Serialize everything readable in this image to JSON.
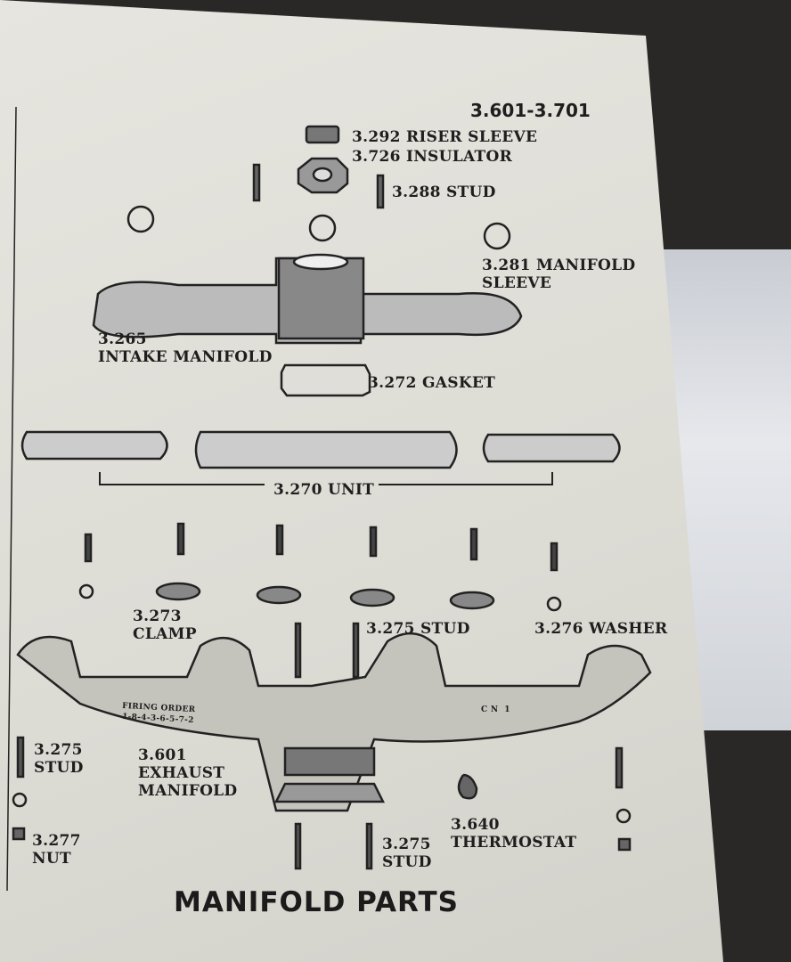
{
  "page_number": "3.601-3.701",
  "title": "MANIFOLD PARTS",
  "callouts": {
    "riser_sleeve": "3.292 RISER SLEEVE",
    "insulator": "3.726 INSULATOR",
    "stud_288": "3.288 STUD",
    "manifold_sleeve": "3.281 MANIFOLD\nSLEEVE",
    "intake_manifold": "3.265\nINTAKE MANIFOLD",
    "gasket": "3.272 GASKET",
    "unit": "3.270 UNIT",
    "clamp": "3.273\nCLAMP",
    "stud_275_mid": "3.275 STUD",
    "washer": "3.276 WASHER",
    "stud_275_left": "3.275\nSTUD",
    "exhaust_manifold": "3.601\nEXHAUST\nMANIFOLD",
    "nut": "3.277\nNUT",
    "thermostat": "3.640\nTHERMOSTAT",
    "stud_275_bottom": "3.275\nSTUD"
  },
  "casting_marks": {
    "firing_order_label": "FIRING ORDER",
    "firing_order": "1-8-4-3-6-5-7-2",
    "side_mark": "C N  1"
  }
}
